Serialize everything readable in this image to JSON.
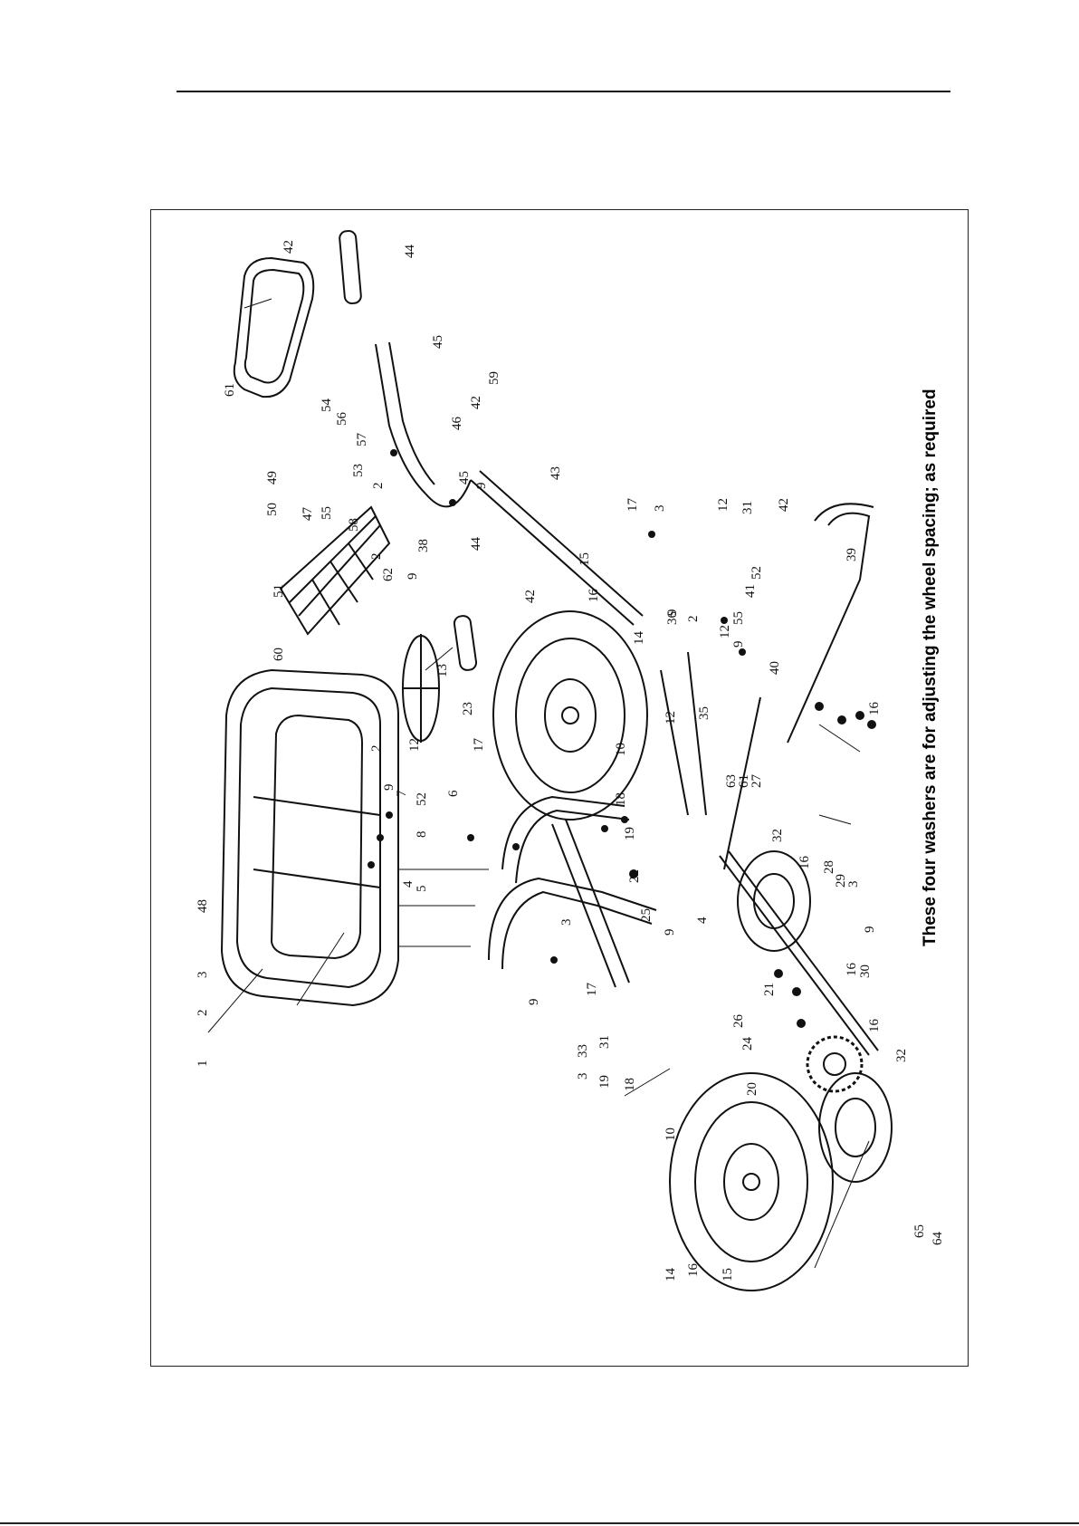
{
  "note": "These four washers are for adjusting the wheel spacing; as required",
  "callouts": {
    "c1": "1",
    "c2a": "2",
    "c3a": "3",
    "c48": "48",
    "c9a": "9",
    "c2b": "2",
    "c9b": "9",
    "c7": "7",
    "c8": "8",
    "c52a": "52",
    "c12a": "12",
    "c4a": "4",
    "c5": "5",
    "c6": "6",
    "c13": "13",
    "c23": "23",
    "c17a": "17",
    "c10a": "10",
    "c18a": "18",
    "c19a": "19",
    "c22": "22",
    "c25": "25",
    "c3b": "3",
    "c9c": "9",
    "c4b": "4",
    "c17b": "17",
    "c31a": "31",
    "c33": "33",
    "c3c": "3",
    "c19b": "19",
    "c18b": "18",
    "c10b": "10",
    "c14a": "14",
    "c16a": "16",
    "c15a": "15",
    "c20": "20",
    "c24": "24",
    "c26": "26",
    "c21": "21",
    "c65": "65",
    "c64": "64",
    "c32a": "32",
    "c16b": "16",
    "c30": "30",
    "c16c": "16",
    "c9d": "9",
    "c3d": "3",
    "c29": "29",
    "c28": "28",
    "c16d": "16",
    "c32b": "32",
    "c27": "27",
    "c63": "63",
    "c61a": "61",
    "c35": "35",
    "c12b": "12",
    "c14b": "14",
    "c16e": "16",
    "c15b": "15",
    "c42a": "42",
    "c36": "36",
    "c9e": "9",
    "c2c": "2",
    "c12c": "12",
    "c9f": "9",
    "c55a": "55",
    "c41": "41",
    "c40": "40",
    "c52b": "52",
    "c31b": "31",
    "c12d": "12",
    "c3e": "3",
    "c17c": "17",
    "c42b": "42",
    "c39": "39",
    "c60": "60",
    "c51": "51",
    "c62": "62",
    "c9g": "9",
    "c2d": "2",
    "c38": "38",
    "c55b": "55",
    "c58": "58",
    "c44a": "44",
    "c50": "50",
    "c47": "47",
    "c49": "49",
    "c53": "53",
    "c2e": "2",
    "c57": "57",
    "c56": "56",
    "c54": "54",
    "c9h": "9",
    "c45a": "45",
    "c46": "46",
    "c42c": "42",
    "c43": "43",
    "c59": "59",
    "c45b": "45",
    "c44b": "44",
    "c42d": "42",
    "c61b": "61",
    "c16f": "16"
  }
}
